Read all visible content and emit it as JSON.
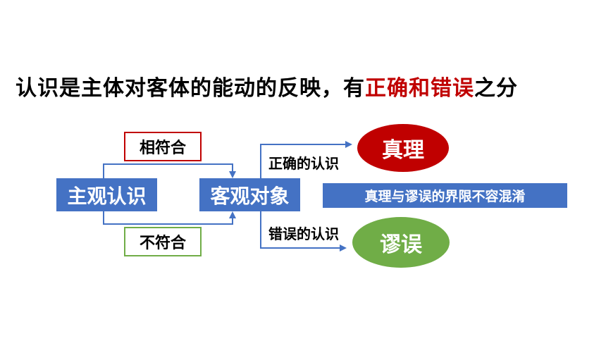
{
  "title": {
    "prefix": "认识是主体对客体的能动的反映，有",
    "highlight": "正确和错误",
    "suffix": "之分"
  },
  "diagram": {
    "subject": "主观认识",
    "object": "客观对象",
    "match": "相符合",
    "mismatch": "不符合",
    "correct_label": "正确的认识",
    "error_label": "错误的认识",
    "truth": "真理",
    "fallacy": "谬误",
    "note": "真理与谬误的界限不容混淆"
  },
  "colors": {
    "blue": "#4472c4",
    "red": "#c00000",
    "green": "#70ad47"
  }
}
